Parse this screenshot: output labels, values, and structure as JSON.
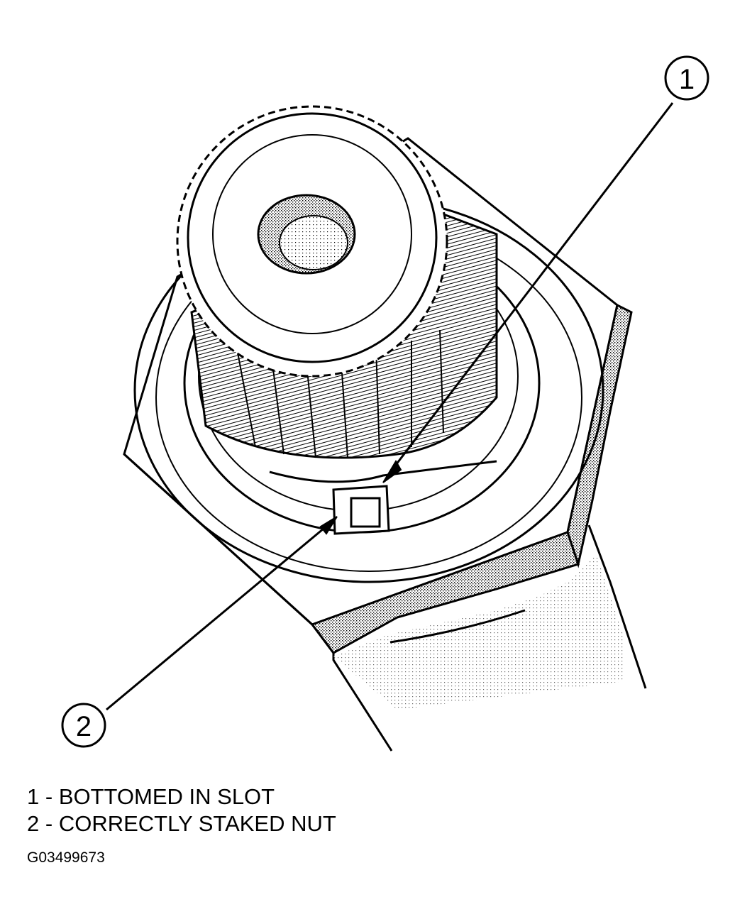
{
  "callouts": [
    {
      "number": "1",
      "text": "BOTTOMED IN SLOT"
    },
    {
      "number": "2",
      "text": "CORRECTLY STAKED NUT"
    }
  ],
  "separator": " - ",
  "figure_id": "G03499673",
  "colors": {
    "ink": "#000000",
    "paper": "#ffffff",
    "shade": "#9a9a9a"
  }
}
